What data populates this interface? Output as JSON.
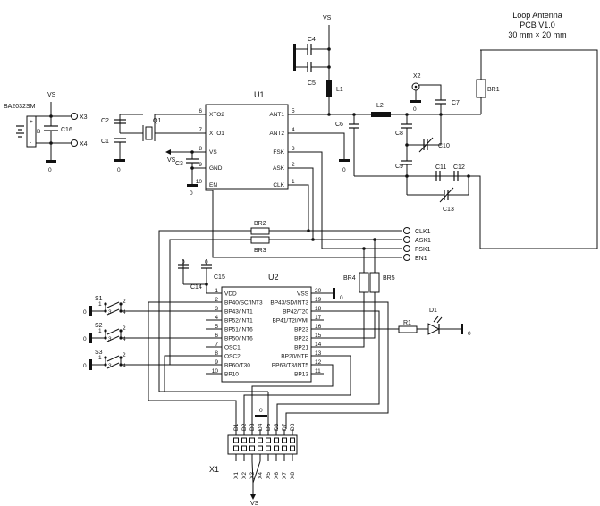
{
  "title": {
    "line1": "Loop Antenna",
    "line2": "PCB V1.0",
    "line3": "30 mm × 20 mm"
  },
  "power": {
    "vs": "VS",
    "gnd": "0"
  },
  "battery": {
    "name": "BA2032SM",
    "plus": "+",
    "minus": "-",
    "bank": "B"
  },
  "u1": {
    "ref": "U1",
    "left_pins": [
      {
        "num": "6",
        "name": "XTO2"
      },
      {
        "num": "7",
        "name": "XTO1"
      },
      {
        "num": "8",
        "name": "VS"
      },
      {
        "num": "9",
        "name": "GND"
      },
      {
        "num": "10",
        "name": "EN"
      }
    ],
    "right_pins": [
      {
        "num": "5",
        "name": "ANT1"
      },
      {
        "num": "4",
        "name": "ANT2"
      },
      {
        "num": "3",
        "name": "FSK"
      },
      {
        "num": "2",
        "name": "ASK"
      },
      {
        "num": "1",
        "name": "CLK"
      }
    ]
  },
  "u2": {
    "ref": "U2",
    "left_pins": [
      {
        "num": "1",
        "name": "VDD"
      },
      {
        "num": "2",
        "name": "BP40/SC/INT3"
      },
      {
        "num": "3",
        "name": "BP43/INT1"
      },
      {
        "num": "4",
        "name": "BP52/INT1"
      },
      {
        "num": "5",
        "name": "BP51/INT6"
      },
      {
        "num": "6",
        "name": "BP50/INT6"
      },
      {
        "num": "7",
        "name": "OSC1"
      },
      {
        "num": "8",
        "name": "OSC2"
      },
      {
        "num": "9",
        "name": "BP60/T30"
      },
      {
        "num": "10",
        "name": "BP10"
      }
    ],
    "right_pins": [
      {
        "num": "20",
        "name": "VSS"
      },
      {
        "num": "19",
        "name": "BP43/SD/INT3"
      },
      {
        "num": "18",
        "name": "BP42/T20"
      },
      {
        "num": "17",
        "name": "BP41/T2I/VMI"
      },
      {
        "num": "16",
        "name": "BP23"
      },
      {
        "num": "15",
        "name": "BP22"
      },
      {
        "num": "14",
        "name": "BP21"
      },
      {
        "num": "13",
        "name": "BP20/NTE"
      },
      {
        "num": "12",
        "name": "BP63/T3/INT5"
      },
      {
        "num": "11",
        "name": "BP13"
      }
    ]
  },
  "refs": {
    "c1": "C1",
    "c2": "C2",
    "c3": "C3",
    "c4": "C4",
    "c5": "C5",
    "c6": "C6",
    "c7": "C7",
    "c8": "C8",
    "c9": "C9",
    "c10": "C10",
    "c11": "C11",
    "c12": "C12",
    "c13": "C13",
    "c14": "C14",
    "c15": "C15",
    "c16": "C16",
    "q1": "Q1",
    "l1": "L1",
    "l2": "L2",
    "x2": "X2",
    "x3": "X3",
    "x4": "X4",
    "br1": "BR1",
    "br2": "BR2",
    "br3": "BR3",
    "br4": "BR4",
    "br5": "BR5",
    "r1": "R1",
    "d1": "D1",
    "s1": "S1",
    "s2": "S2",
    "s3": "S3",
    "x1": "X1"
  },
  "connectors": {
    "clk1": "CLK1",
    "ask1": "ASK1",
    "fsk1": "FSK1",
    "en1": "EN1"
  },
  "switch_pins": {
    "p1": "1",
    "p2": "2",
    "p3": "3",
    "p4": "4"
  },
  "x1_top": [
    "D1",
    "D2",
    "D3",
    "D4",
    "D5",
    "D6",
    "D7",
    "D8"
  ],
  "x1_bottom": [
    "X1",
    "X2",
    "X3",
    "X4",
    "X5",
    "X6",
    "X7",
    "X8"
  ]
}
